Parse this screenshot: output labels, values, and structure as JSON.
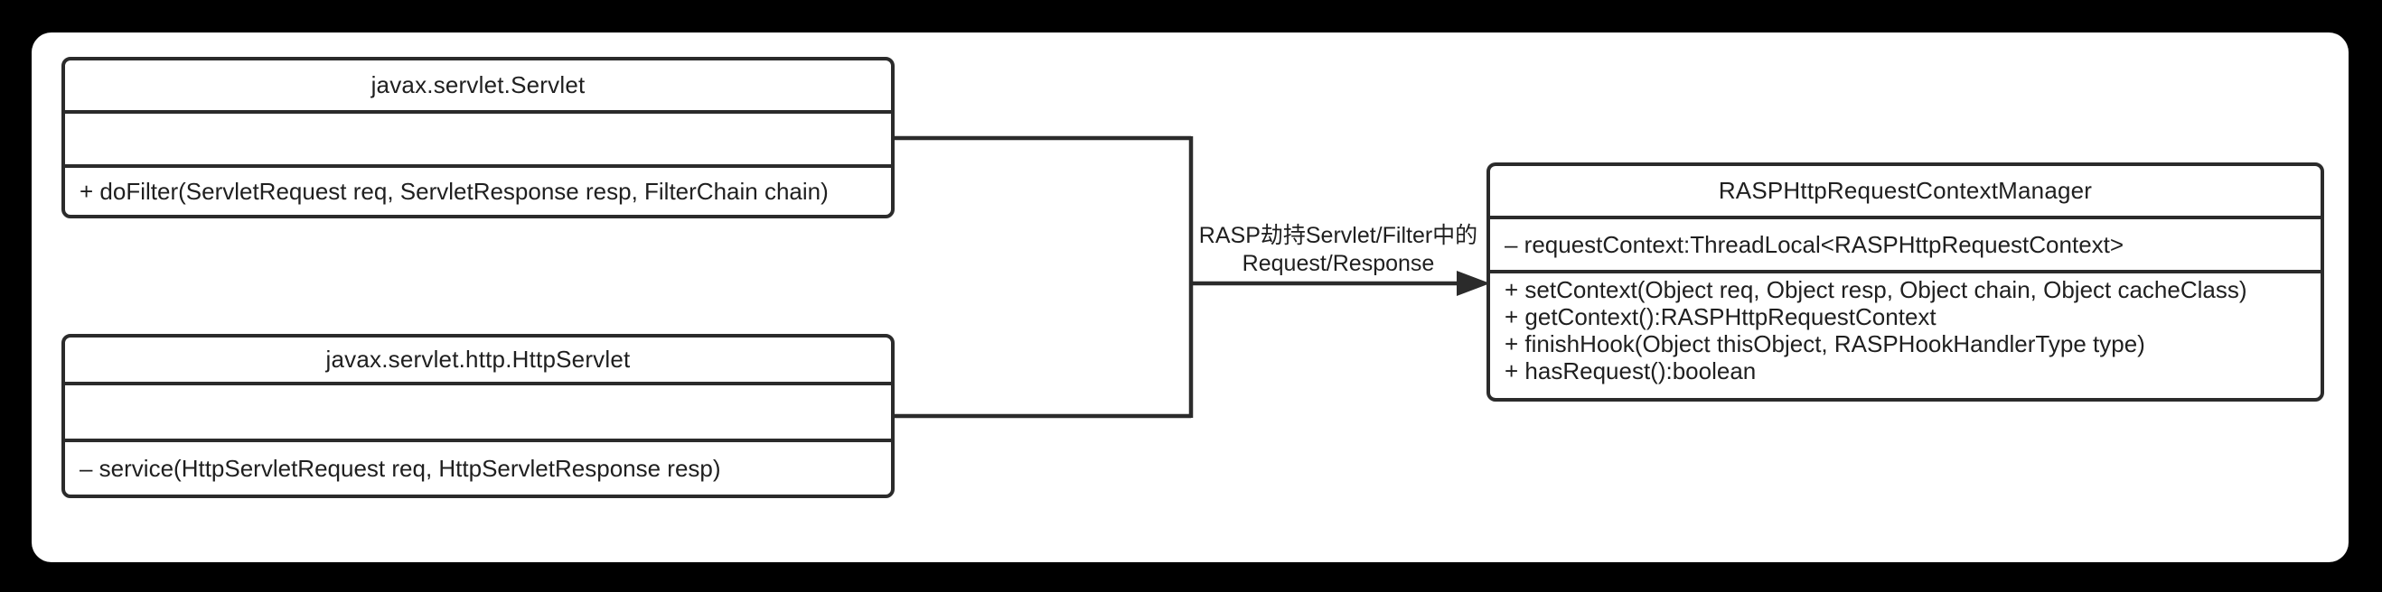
{
  "diagram": {
    "classes": [
      {
        "title": "javax.servlet.Servlet",
        "fields": [],
        "methods": [
          "+ doFilter(ServletRequest req, ServletResponse resp, FilterChain chain)"
        ]
      },
      {
        "title": "javax.servlet.http.HttpServlet",
        "fields": [],
        "methods": [
          "– service(HttpServletRequest req, HttpServletResponse resp)"
        ]
      },
      {
        "title": "RASPHttpRequestContextManager",
        "fields": [
          "– requestContext:ThreadLocal<RASPHttpRequestContext>"
        ],
        "methods": [
          "+ setContext(Object req, Object resp, Object chain, Object cacheClass)",
          "+ getContext():RASPHttpRequestContext",
          "+ finishHook(Object thisObject, RASPHookHandlerType type)",
          "+ hasRequest():boolean"
        ]
      }
    ],
    "edge_label": {
      "line1": "RASP劫持Servlet/Filter中的",
      "line2": "Request/Response"
    },
    "colors": {
      "background": "#000000",
      "canvas": "#ffffff",
      "stroke": "#2b2b2b",
      "text": "#1f1f1f"
    }
  }
}
